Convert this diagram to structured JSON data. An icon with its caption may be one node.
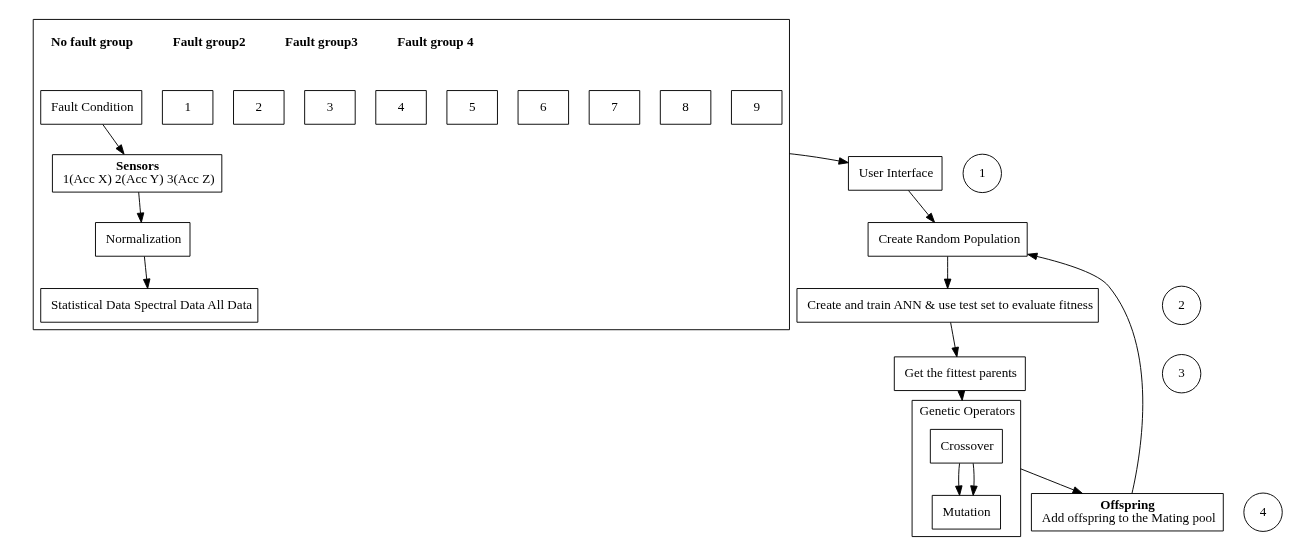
{
  "diagram": {
    "nodes": [
      {
        "text": [],
        "shape": "box"
      },
      {
        "text": [
          "Fault Condition"
        ],
        "in": 0
      },
      {
        "text": [
          "1"
        ],
        "in": 0
      },
      {
        "text": [
          "2"
        ],
        "in": 0
      },
      {
        "text": [
          "3"
        ],
        "in": 0
      },
      {
        "text": [
          "4"
        ],
        "in": 0
      },
      {
        "text": [
          "5"
        ],
        "in": 0
      },
      {
        "text": [
          "6"
        ],
        "in": 0
      },
      {
        "text": [
          "7"
        ],
        "in": 0
      },
      {
        "text": [
          "8"
        ],
        "in": 0
      },
      {
        "text": [
          "9"
        ],
        "in": 0
      },
      {
        "text": [
          "Sensors",
          "1(Acc X) 2(Acc Y) 3(Acc Z)"
        ],
        "in": 0
      },
      {
        "text": [
          "Normalization"
        ],
        "in": 0
      },
      {
        "text": [
          "Statistical Data Spectral Data All Data"
        ],
        "in": 0
      },
      {
        "text": [
          "User Interface"
        ]
      },
      {
        "text": [
          "1"
        ]
      },
      {
        "text": [
          "Create Random Population"
        ]
      },
      {
        "text": [
          "2"
        ]
      },
      {
        "text": [
          "Create and train ANN & use test set to evaluate fitness"
        ]
      },
      {
        "text": [
          "3"
        ]
      },
      {
        "text": [
          "Get the fittest parents"
        ]
      },
      {
        "text": [
          "Genetic Operators"
        ]
      },
      {
        "text": [
          "Crossover"
        ],
        "in": 21
      },
      {
        "text": [
          "Mutation"
        ],
        "in": 21
      },
      {
        "text": [
          "4"
        ]
      },
      {
        "text": [
          "Offspring",
          "Add offspring to the Mating pool"
        ]
      }
    ],
    "edges": [
      {
        "from": 1,
        "to": 11,
        "arrow": "to"
      },
      {
        "from": 11,
        "to": 12,
        "arrow": "to"
      },
      {
        "from": 12,
        "to": 13,
        "arrow": "to"
      },
      {
        "from": 0,
        "to": 14,
        "arrow": "to"
      },
      {
        "from": 14,
        "to": 16,
        "arrow": "to"
      },
      {
        "from": 16,
        "to": 18,
        "arrow": "to"
      },
      {
        "from": 18,
        "to": 20,
        "arrow": "to"
      },
      {
        "from": 20,
        "to": 21,
        "arrow": "to"
      },
      {
        "from": 22,
        "to": 23,
        "arrow": "to"
      },
      {
        "from": 22,
        "to": 23,
        "arrow": "to"
      },
      {
        "from": 21,
        "to": 25,
        "arrow": "to"
      },
      {
        "from": 25,
        "to": 16,
        "arrow": "to"
      }
    ],
    "labels": [
      "No fault group",
      "Fault group2",
      "Fault group3",
      "Fault group 4"
    ]
  }
}
